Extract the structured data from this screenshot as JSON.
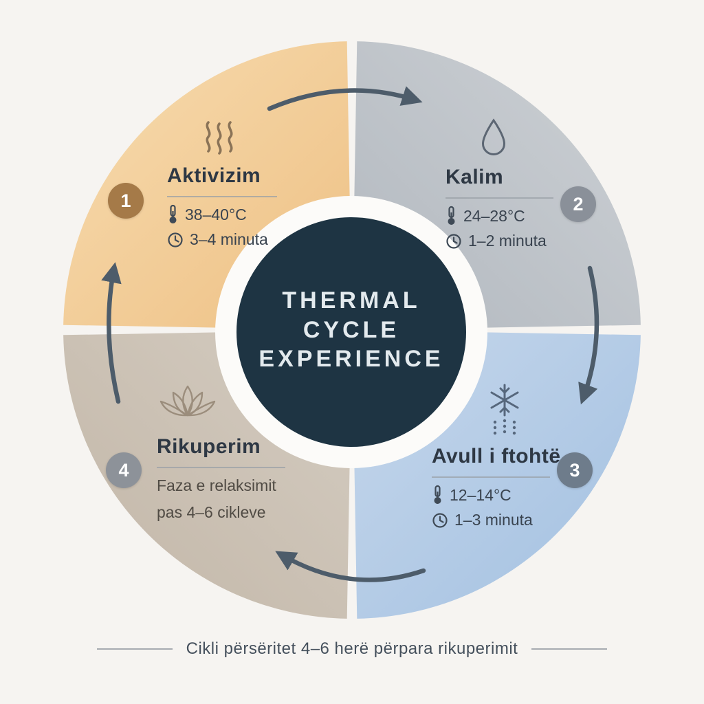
{
  "center": {
    "line1": "THERMAL",
    "line2": "CYCLE",
    "line3": "EXPERIENCE"
  },
  "phases": [
    {
      "number": "1",
      "title": "Aktivizim",
      "temp": "38–40°C",
      "time": "3–4 minuta"
    },
    {
      "number": "2",
      "title": "Kalim",
      "temp": "24–28°C",
      "time": "1–2 minuta"
    },
    {
      "number": "3",
      "title": "Avull i ftohtë",
      "temp": "12–14°C",
      "time": "1–3 minuta"
    },
    {
      "number": "4",
      "title": "Rikuperim",
      "desc1": "Faza e relaksimit",
      "desc2": "pas 4–6 cikleve"
    }
  ],
  "footer": {
    "caption": "Cikli përsëritet 4–6 herë përpara rikuperimit"
  },
  "colors": {
    "background": "#f6f4f1",
    "center_circle": "#1e3443",
    "wedge_aktivizim": "#f1c693",
    "wedge_kalim": "#bcc2c8",
    "wedge_avull_i_ftohte": "#adc6e3",
    "wedge_rikuperim": "#c9beb1",
    "badge_1": "#a57a48",
    "badge_2": "#8a9099",
    "badge_3": "#6e7c8b",
    "badge_4": "#8d9299",
    "arrow": "#4d5c6a",
    "title_text": "#2e3844",
    "center_text": "#e3eaee"
  },
  "icons": {
    "phase1": "heat-waves-icon",
    "phase2": "water-droplet-icon",
    "phase3": "snowflake-icon",
    "phase4": "lotus-icon",
    "temperature": "thermometer-icon",
    "duration": "clock-icon"
  }
}
